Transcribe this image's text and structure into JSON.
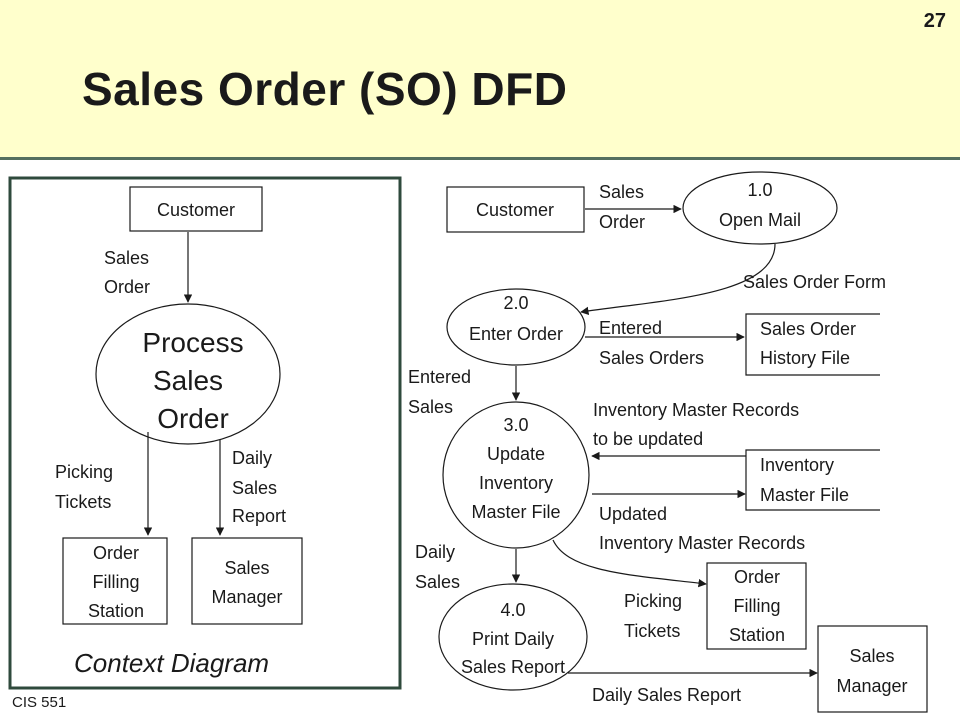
{
  "slide": {
    "page_number": "27",
    "title": "Sales Order (SO) DFD",
    "footer": "CIS 551"
  },
  "context_diagram": {
    "caption": "Context Diagram",
    "customer": "Customer",
    "process": [
      "Process",
      "Sales",
      "Order"
    ],
    "flow_sales_order": [
      "Sales",
      "Order"
    ],
    "flow_picking_tickets": [
      "Picking",
      "Tickets"
    ],
    "flow_daily_sales_report": [
      "Daily",
      "Sales",
      "Report"
    ],
    "order_filling_station": [
      "Order",
      "Filling",
      "Station"
    ],
    "sales_manager": [
      "Sales",
      "Manager"
    ]
  },
  "detail_dfd": {
    "customer": "Customer",
    "flow_sales_order": [
      "Sales",
      "Order"
    ],
    "p1": {
      "number": "1.0",
      "name": "Open Mail"
    },
    "flow_sales_order_form": "Sales Order Form",
    "p2": {
      "number": "2.0",
      "name": "Enter Order"
    },
    "flow_entered_sales_orders": [
      "Entered",
      "Sales Orders"
    ],
    "store_history": [
      "Sales Order",
      "History File"
    ],
    "flow_entered_sales": [
      "Entered",
      "Sales"
    ],
    "p3": {
      "number": "3.0",
      "name": [
        "Update",
        "Inventory",
        "Master File"
      ]
    },
    "flow_records_to_update": [
      "Inventory Master Records",
      "to be updated"
    ],
    "store_inventory": [
      "Inventory",
      "Master File"
    ],
    "flow_updated_records": [
      "Updated",
      "Inventory Master Records"
    ],
    "flow_daily_sales": [
      "Daily",
      "Sales"
    ],
    "p4": {
      "number": "4.0",
      "name": [
        "Print Daily",
        "Sales Report"
      ]
    },
    "flow_picking_tickets": [
      "Picking",
      "Tickets"
    ],
    "order_filling_station": [
      "Order",
      "Filling",
      "Station"
    ],
    "sales_manager": [
      "Sales",
      "Manager"
    ],
    "flow_daily_sales_report": "Daily Sales Report"
  }
}
